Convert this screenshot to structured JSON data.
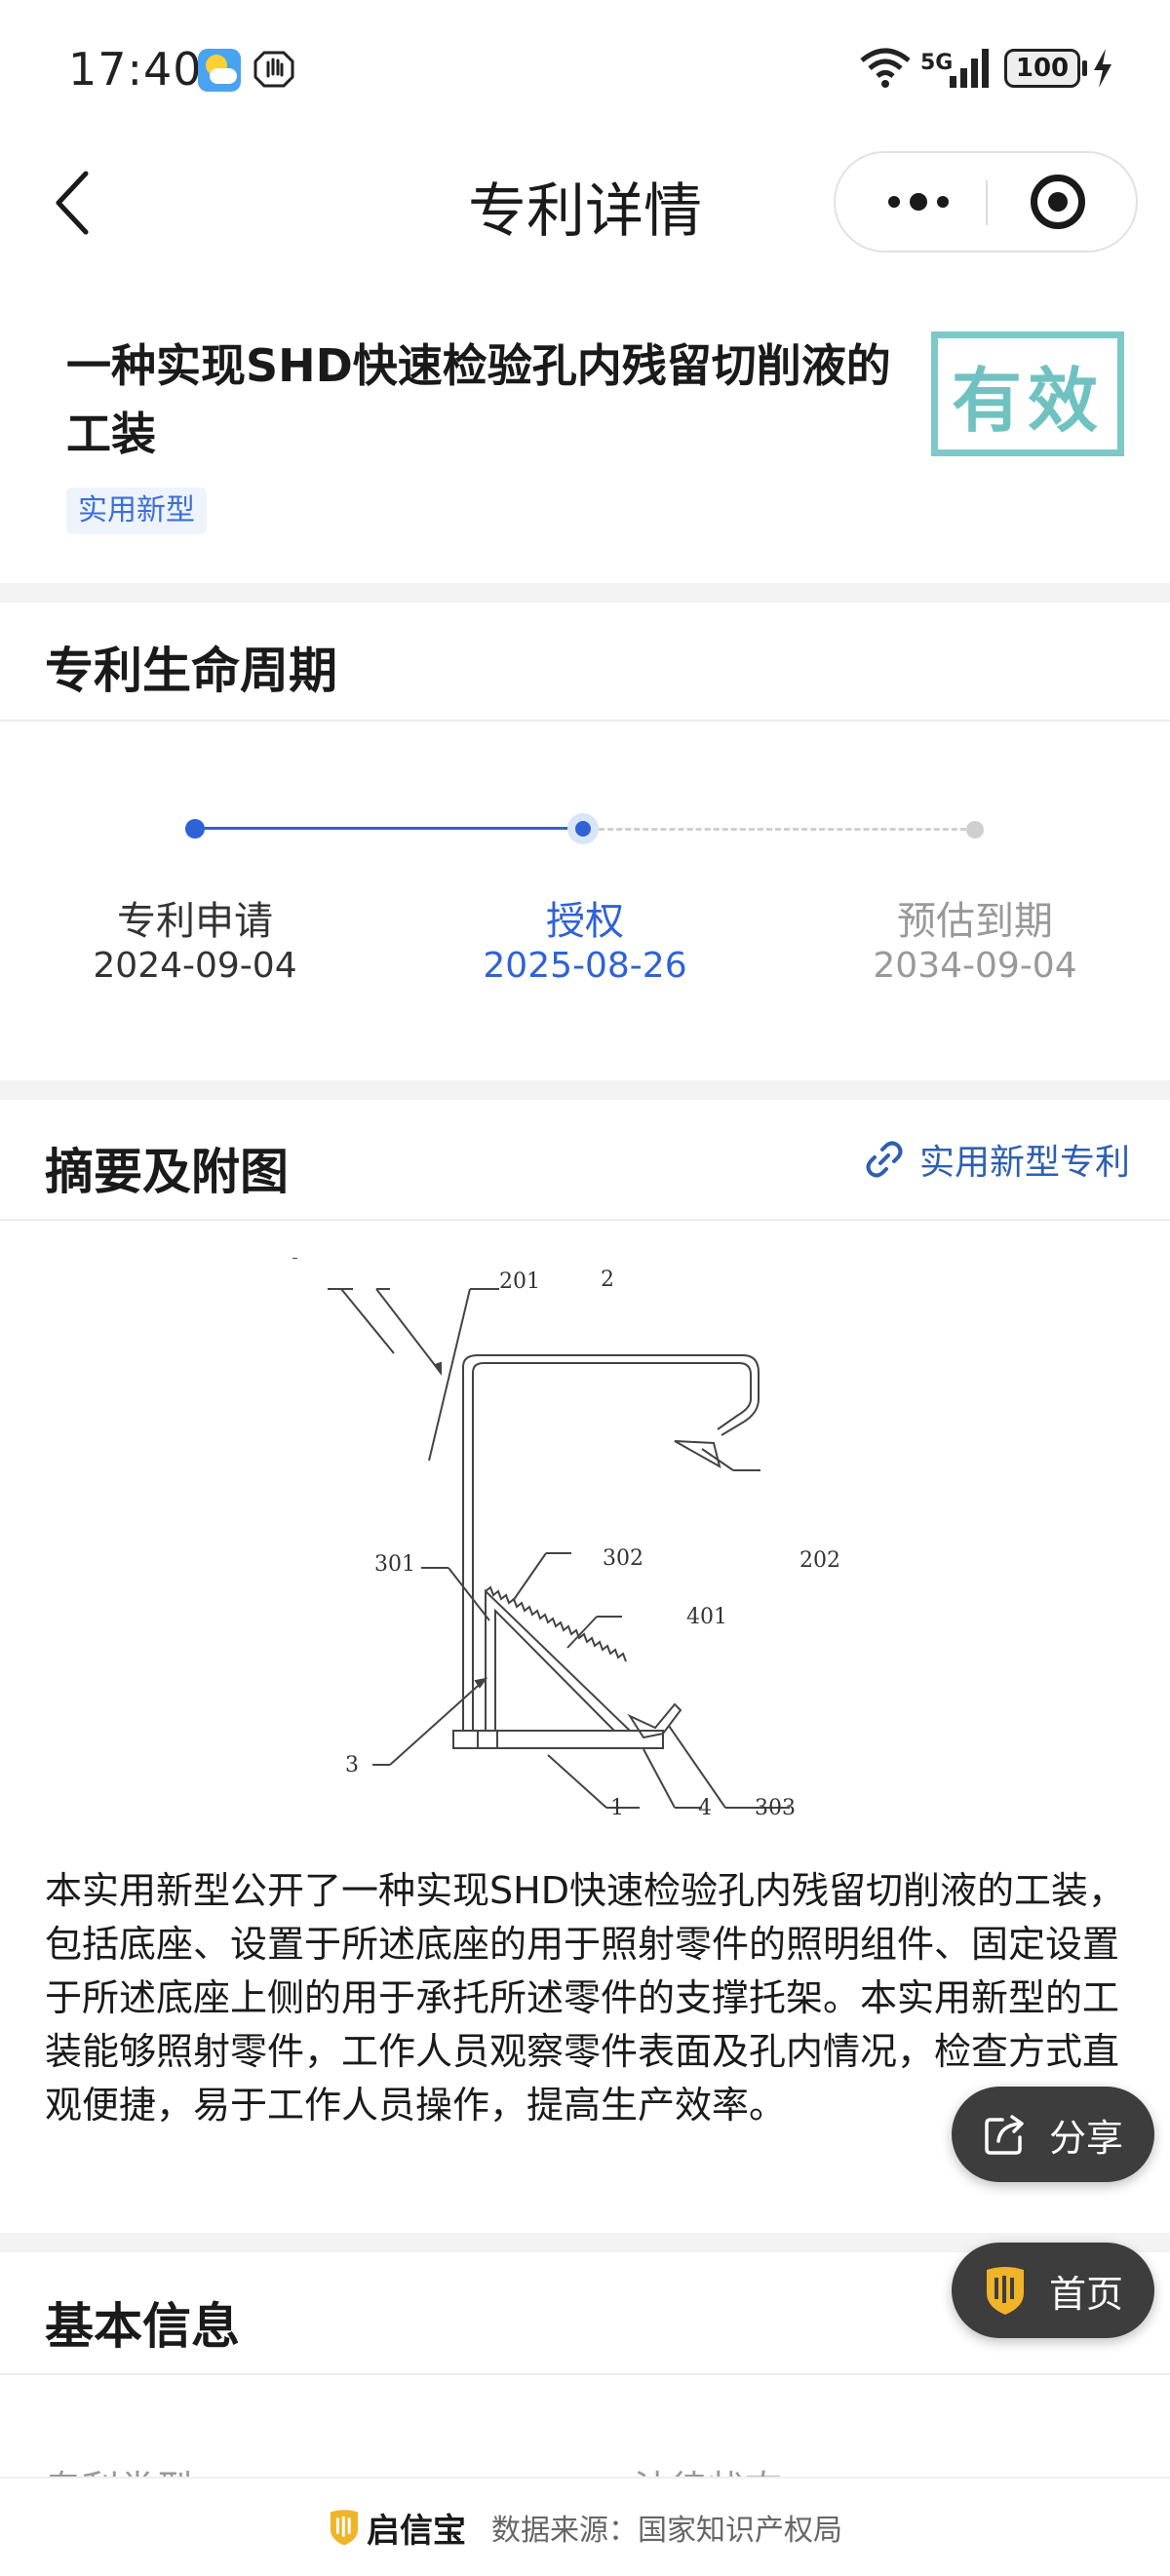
{
  "status_bar": {
    "time": "17:40",
    "network": "5G",
    "battery": "100"
  },
  "nav": {
    "title": "专利详情"
  },
  "header": {
    "title": "一种实现SHD快速检验孔内残留切削液的工装",
    "type_tag": "实用新型",
    "status_stamp": "有效",
    "colors": {
      "accent": "#2f62d6",
      "stamp": "#7cc9c7"
    }
  },
  "lifecycle": {
    "title": "专利生命周期",
    "stages": [
      {
        "label": "专利申请",
        "date": "2024-09-04",
        "state": "done"
      },
      {
        "label": "授权",
        "date": "2025-08-26",
        "state": "current"
      },
      {
        "label": "预估到期",
        "date": "2034-09-04",
        "state": "future"
      }
    ]
  },
  "abstract": {
    "title": "摘要及附图",
    "link_label": "实用新型专利",
    "figure_labels": [
      "201",
      "2",
      "202",
      "301",
      "302",
      "401",
      "3",
      "1",
      "4",
      "303"
    ],
    "text": "本实用新型公开了一种实现SHD快速检验孔内残留切削液的工装，包括底座、设置于所述底座的用于照射零件的照明组件、固定设置于所述底座上侧的用于承托所述零件的支撑托架。本实用新型的工装能够照射零件，工作人员观察零件表面及孔内情况，检查方式直观便捷，易于工作人员操作，提高生产效率。"
  },
  "fabs": {
    "share": "分享",
    "home": "首页"
  },
  "basic_info": {
    "title": "基本信息",
    "fields": [
      "专利类型",
      "法律状态"
    ]
  },
  "footer": {
    "brand": "启信宝",
    "source": "数据来源：国家知识产权局"
  }
}
